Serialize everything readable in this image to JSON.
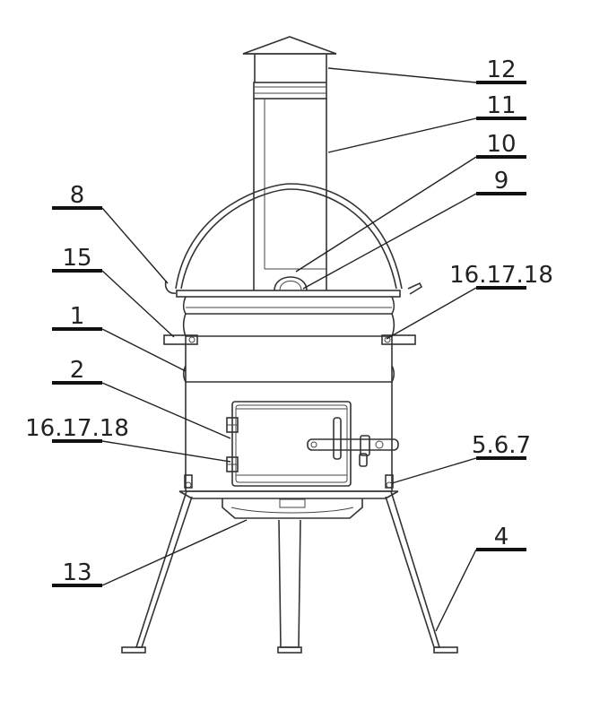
{
  "callouts": {
    "c12": "12",
    "c11": "11",
    "c10": "10",
    "c9": "9",
    "c8": "8",
    "c15": "15",
    "c16_17_18_right": "16.17.18",
    "c1": "1",
    "c2": "2",
    "c16_17_18_left": "16.17.18",
    "c5_6_7": "5.6.7",
    "c13": "13",
    "c4": "4"
  }
}
